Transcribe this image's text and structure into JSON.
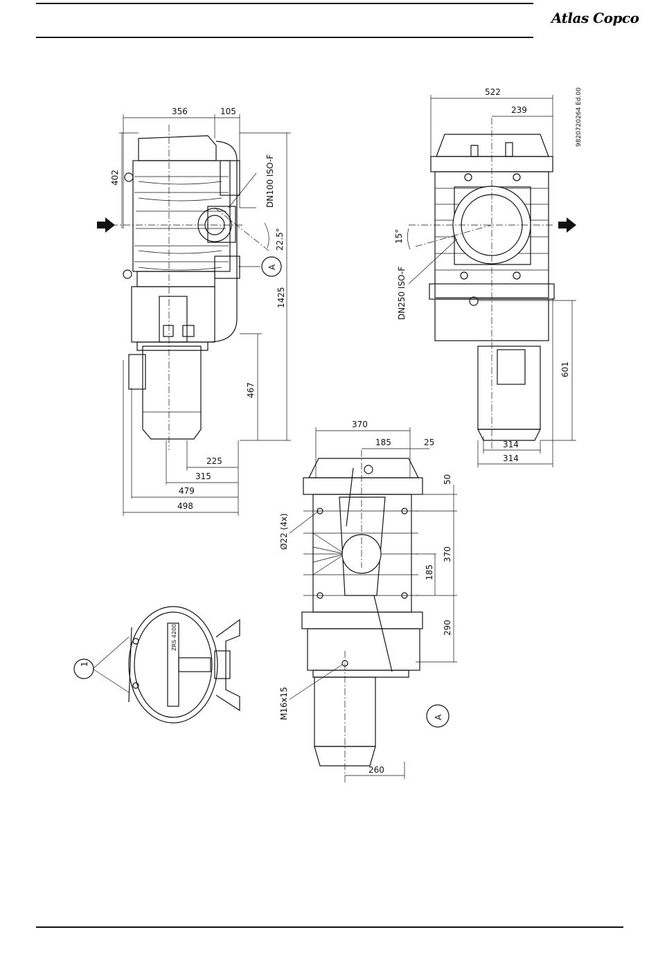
{
  "header": {
    "brand": "Atlas Copco"
  },
  "drawing": {
    "doc_number": "9820720264 Ed.00",
    "side_view": {
      "dim_top_width": "356",
      "dim_top_offset": "105",
      "dim_height_top": "402",
      "flange_label": "DN100 ISO-F",
      "angle_label": "22.5°",
      "dim_total_height": "1425",
      "dim_motor_height": "467",
      "dim_225": "225",
      "dim_315": "315",
      "dim_479": "479",
      "dim_498": "498",
      "detail_ref": "A"
    },
    "front_view": {
      "dim_width": "522",
      "dim_half": "239",
      "angle_label": "15°",
      "flange_label": "DN250 ISO-F",
      "dim_601": "601",
      "dim_314_a": "314",
      "dim_314_b": "314"
    },
    "bottom_view": {
      "dim_370": "370",
      "dim_185": "185",
      "dim_25": "25",
      "dim_50": "50",
      "dim_370_v": "370",
      "dim_185_v": "185",
      "dim_290": "290",
      "hole_label": "Ø22 (4x)",
      "thread_label": "M16x15",
      "dim_260": "260",
      "detail_ref": "A"
    },
    "top_view": {
      "callout": "1",
      "plate_text": "ZRS 4200"
    }
  }
}
